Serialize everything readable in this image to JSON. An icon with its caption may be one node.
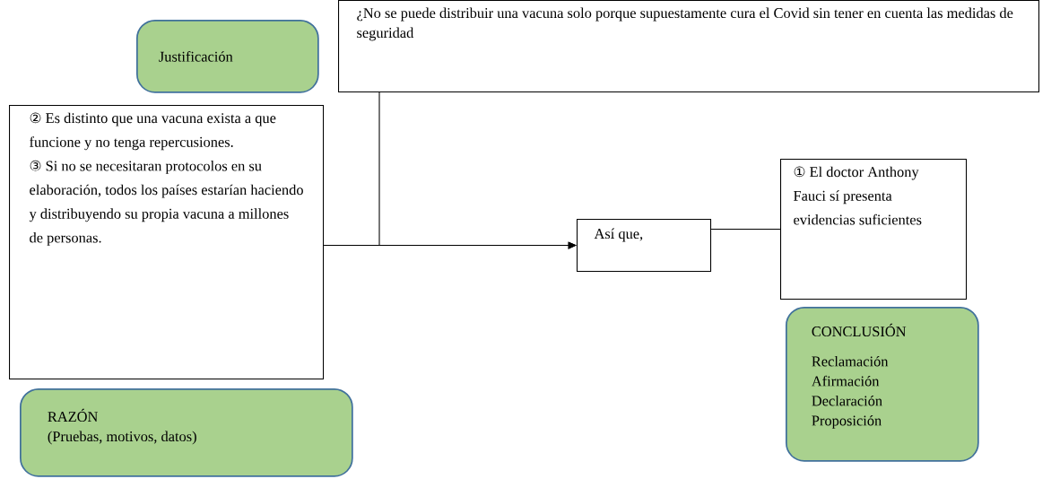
{
  "diagram": {
    "nodes": [
      {
        "text": [
          "Justificación"
        ]
      },
      {
        "text": [
          "¿No se puede distribuir una vacuna solo porque supuestamente cura el Covid sin tener en cuenta las medidas de seguridad"
        ]
      },
      {
        "text": [
          "② Es distinto que una vacuna exista a que funcione y no tenga repercusiones.",
          "③ Si no se necesitaran protocolos en su elaboración, todos los países estarían haciendo y distribuyendo su propia vacuna a millones de personas."
        ]
      },
      {
        "text": [
          "Así que,"
        ]
      },
      {
        "text": [
          "① El doctor Anthony Fauci sí presenta evidencias suficientes"
        ]
      },
      {
        "text": [
          "CONCLUSIÓN",
          "Reclamación Afirmación Declaración Proposición"
        ]
      },
      {
        "text": [
          "RAZÓN",
          "(Pruebas, motivos, datos)"
        ]
      }
    ],
    "edges": [
      {
        "from": 2,
        "to": 3,
        "arrow": "to"
      },
      {
        "from": 1,
        "to": 3,
        "arrow": "to"
      },
      {
        "from": 3,
        "to": 4,
        "arrow": "none"
      }
    ]
  }
}
